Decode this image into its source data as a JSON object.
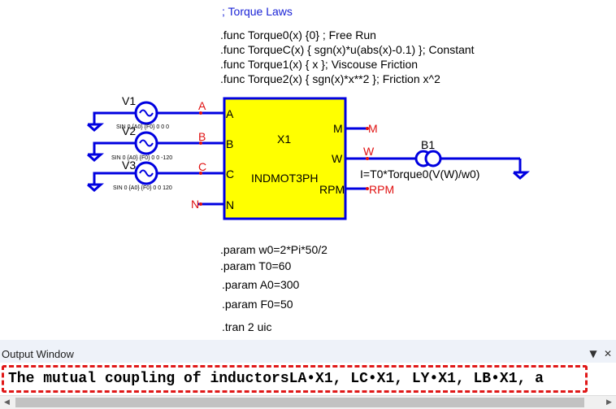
{
  "schematic": {
    "comment": "; Torque Laws",
    "funcs": [
      ".func Torque0(x) {0} ; Free Run",
      ".func TorqueC(x) { sgn(x)*u(abs(x)-0.1) }; Constant",
      ".func Torque1(x) { x }; Viscouse Friction",
      ".func Torque2(x) { sgn(x)*x**2 }; Friction x^2"
    ],
    "params": [
      ".param w0=2*Pi*50/2",
      ".param T0=60",
      ".param A0=300",
      ".param F0=50"
    ],
    "tran": ".tran 2 uic",
    "motor": {
      "ref": "X1",
      "model": "INDMOT3PH",
      "pins_left": [
        "A",
        "B",
        "C",
        "N"
      ],
      "pins_right": [
        "M",
        "W",
        "RPM"
      ]
    },
    "nets": {
      "a": "A",
      "b": "B",
      "c": "C",
      "n": "N",
      "m": "M",
      "w": "W",
      "rpm": "RPM"
    },
    "sources": [
      {
        "name": "V1",
        "spec": "SIN 0 {A0} {F0} 0 0 0"
      },
      {
        "name": "V2",
        "spec": "SIN 0 {A0} {F0} 0 0 -120"
      },
      {
        "name": "V3",
        "spec": "SIN 0 {A0} {F0} 0 0 120"
      }
    ],
    "current_source": {
      "name": "B1",
      "expr": "I=T0*Torque0(V(W)/w0)"
    },
    "colors": {
      "wire": "#0000e0",
      "component_fill": "#ffff00",
      "net_label": "#e01010",
      "comment": "#1a23d6"
    }
  },
  "output_window": {
    "title": "Output Window",
    "pin_icon": "▼",
    "close_icon": "✕",
    "message": "The mutual coupling of inductorsLA•X1, LC•X1, LY•X1, LB•X1, a"
  }
}
